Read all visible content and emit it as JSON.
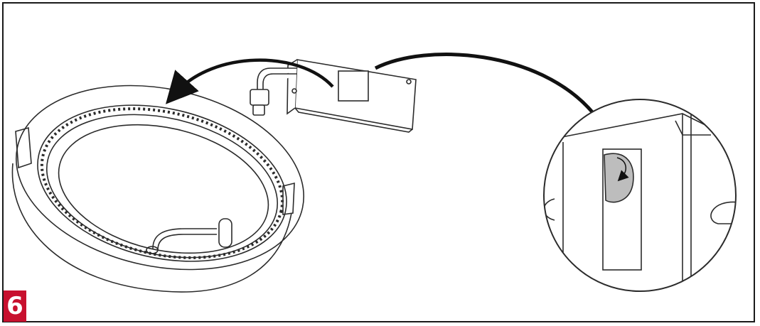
{
  "step": {
    "number": "6",
    "badge_color": "#c8102e"
  },
  "colors": {
    "line": "#2b2b2b",
    "arrow": "#111111",
    "highlight_fill": "#bdbdbd"
  },
  "illustration": {
    "parts": [
      "lamp-housing",
      "led-driver-box",
      "connector-cable",
      "detail-magnifier"
    ],
    "arrows": [
      "insert-driver-arrow",
      "detail-callout-curve",
      "rotation-arrow"
    ]
  }
}
